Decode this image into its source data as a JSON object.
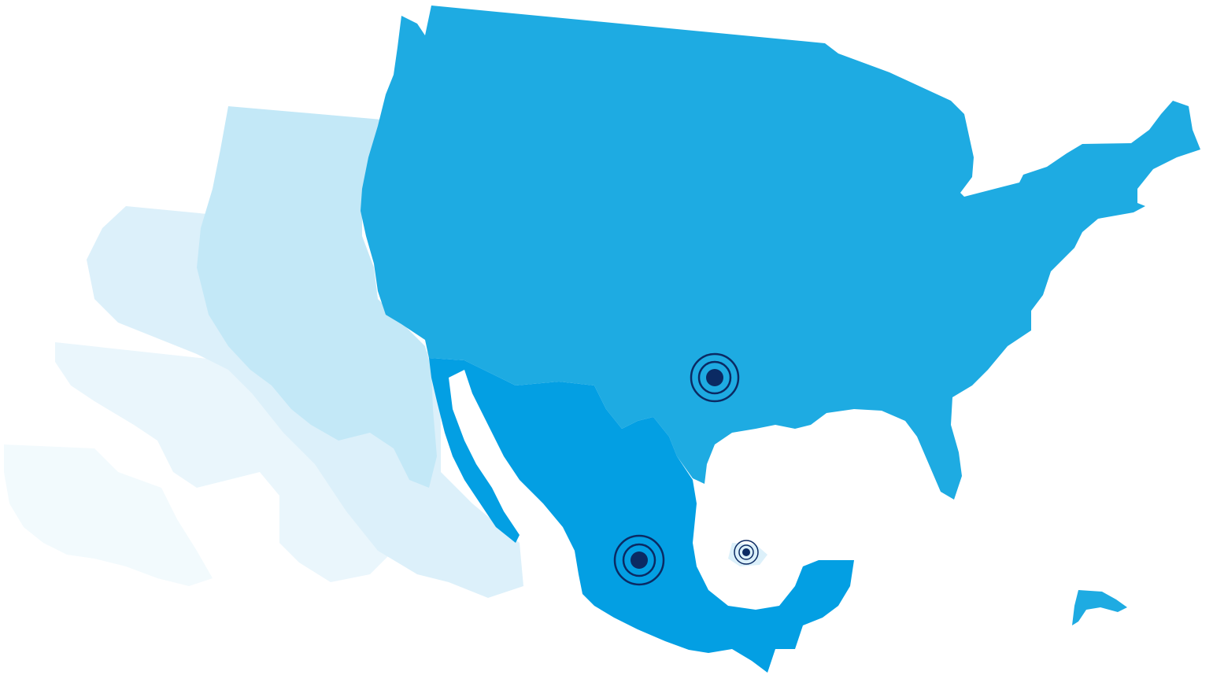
{
  "map": {
    "colors": {
      "background": "#ffffff",
      "usa": "#1eabe2",
      "mexico": "#039fe3",
      "caribbean": "#1eabe2",
      "ghost_layer_1": "#c3e8f7",
      "ghost_layer_2": "#dcf0fa",
      "ghost_layer_3": "#eaf6fc",
      "ghost_layer_4": "#f2fafd",
      "marker": "#0b2a63"
    },
    "regions": [
      {
        "name": "united-states",
        "label": ""
      },
      {
        "name": "mexico",
        "label": ""
      },
      {
        "name": "caribbean-island",
        "label": ""
      }
    ],
    "markers": [
      {
        "name": "texas-location",
        "size": "large"
      },
      {
        "name": "central-mexico-location",
        "size": "large"
      },
      {
        "name": "gulf-location",
        "size": "small"
      }
    ]
  }
}
